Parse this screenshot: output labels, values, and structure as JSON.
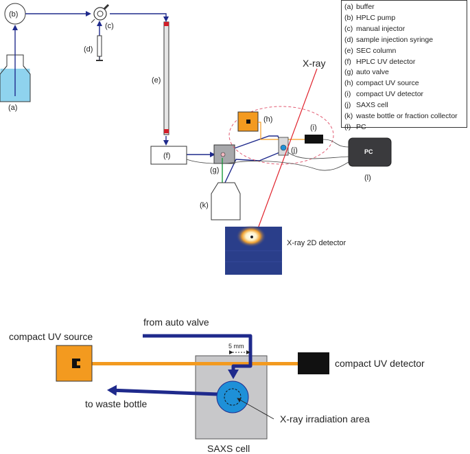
{
  "labels": {
    "buffer": "(a)",
    "pump": "(b)",
    "injector": "(c)",
    "syringe": "(d)",
    "column": "(e)",
    "uv_detector_hplc": "(f)",
    "auto_valve": "(g)",
    "uv_source": "(h)",
    "compact_detector": "(i)",
    "saxs_cell": "(j)",
    "waste": "(k)",
    "pc": "(l)"
  },
  "pc_text": "PC",
  "xray": "X-ray",
  "detector_label": "X-ray 2D detector",
  "legend": [
    {
      "key": "(a)",
      "text": "buffer"
    },
    {
      "key": "(b)",
      "text": "HPLC pump"
    },
    {
      "key": "(c)",
      "text": "manual injector"
    },
    {
      "key": "(d)",
      "text": "sample injection syringe"
    },
    {
      "key": "(e)",
      "text": "SEC column"
    },
    {
      "key": "(f)",
      "text": "HPLC UV detector"
    },
    {
      "key": "(g)",
      "text": "auto valve"
    },
    {
      "key": "(h)",
      "text": "compact UV source"
    },
    {
      "key": "(i)",
      "text": "compact UV detector"
    },
    {
      "key": "(j)",
      "text": "SAXS cell"
    },
    {
      "key": "(k)",
      "text": "waste bottle or fraction collector"
    },
    {
      "key": "(l)",
      "text": "PC"
    }
  ],
  "detail": {
    "uv_source": "compact UV source",
    "uv_detector": "compact UV detector",
    "from_valve": "from auto valve",
    "to_waste": "to waste bottle",
    "scale": "5 mm",
    "irradiation": "X-ray irradiation area",
    "cell": "SAXS cell"
  },
  "colors": {
    "flow": "#1f2a8c",
    "uv_orange": "#f39a1f",
    "xray_red": "#e0202a",
    "buffer_fill": "#8fd3ee",
    "cell_gray": "#c8c8ca",
    "cell_blue": "#1e90d8",
    "green": "#1a9a3a"
  }
}
